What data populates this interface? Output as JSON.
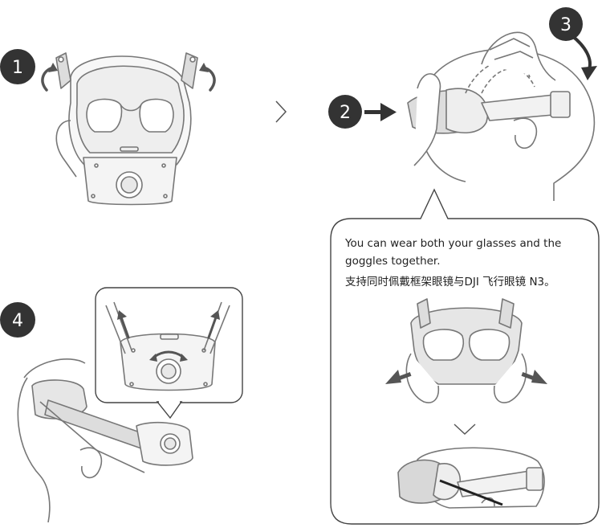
{
  "steps": [
    {
      "number": "1"
    },
    {
      "number": "2"
    },
    {
      "number": "3"
    },
    {
      "number": "4"
    }
  ],
  "callout": {
    "line1": "You can wear both your glasses and the",
    "line2": "goggles together.",
    "line3": "支持同时佩戴框架眼镜与DJI 飞行眼镜 N3。"
  },
  "colors": {
    "badge": "#333333",
    "line": "#777777",
    "accent": "#555555",
    "fill": "#f2f2f2",
    "arrow": "#333333"
  },
  "icons": {
    "next": "chevron-right-icon",
    "down": "chevron-down-icon"
  }
}
